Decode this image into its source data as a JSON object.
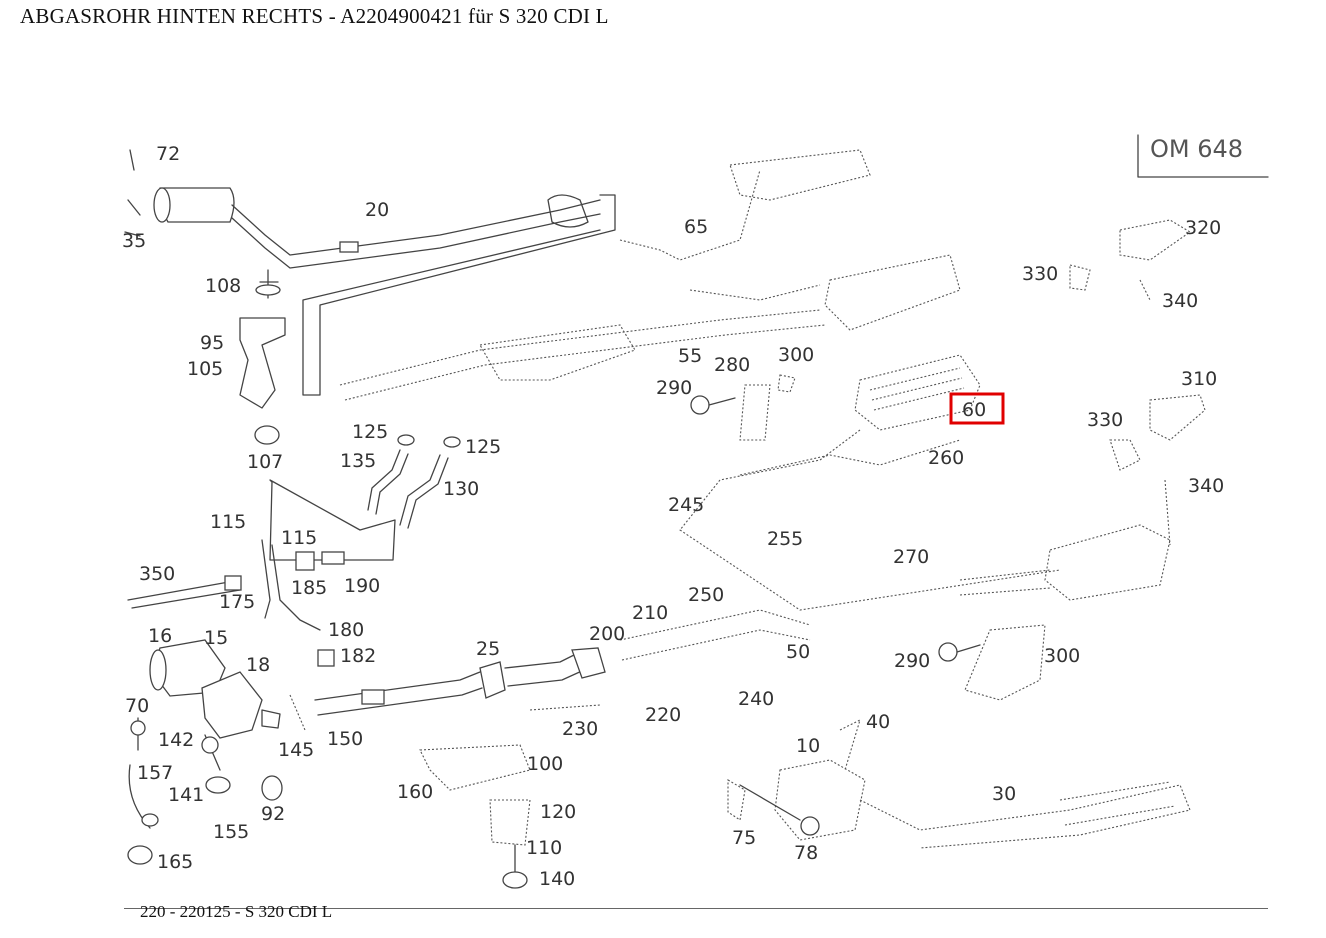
{
  "page_title": "ABGASROHR HINTEN RECHTS - A2204900421 für S 320 CDI L",
  "footer_text": "220 - 220125 - S 320 CDI L",
  "engine_label": "OM 648",
  "highlight_color": "#e00000",
  "highlighted_part": "60",
  "labels": {
    "l72": "72",
    "l35": "35",
    "l20": "20",
    "l108": "108",
    "l95": "95",
    "l105": "105",
    "l107": "107",
    "l65": "65",
    "l125a": "125",
    "l135": "135",
    "l125b": "125",
    "l130": "130",
    "l55": "55",
    "l280": "280",
    "l300a": "300",
    "l290a": "290",
    "l60": "60",
    "l260": "260",
    "l245": "245",
    "l255": "255",
    "l330a": "330",
    "l320": "320",
    "l340": "340",
    "l330b": "330",
    "l310": "310",
    "l340b": "340",
    "l115a": "115",
    "l115b": "115",
    "l185": "185",
    "l190": "190",
    "l350": "350",
    "l175": "175",
    "l16": "16",
    "l15": "15",
    "l18": "18",
    "l180": "180",
    "l182": "182",
    "l70": "70",
    "l142": "142",
    "l157": "157",
    "l141": "141",
    "l155": "155",
    "l92": "92",
    "l165": "165",
    "l145": "145",
    "l150": "150",
    "l25": "25",
    "l200": "200",
    "l210": "210",
    "l250": "250",
    "l50": "50",
    "l270": "270",
    "l290b": "290",
    "l300b": "300",
    "l240": "240",
    "l220": "220",
    "l230": "230",
    "l100": "100",
    "l160": "160",
    "l120": "120",
    "l110": "110",
    "l140": "140",
    "l10": "10",
    "l40": "40",
    "l30": "30",
    "l75": "75",
    "l78": "78"
  }
}
